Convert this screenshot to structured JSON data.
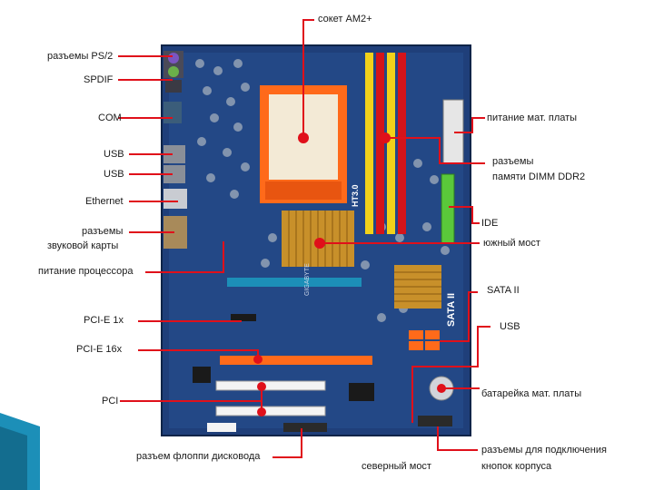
{
  "labels": {
    "socket": "сокет AM2+",
    "ps2": "разъемы PS/2",
    "spdif": "SPDIF",
    "com": "COM",
    "usb1": "USB",
    "usb2": "USB",
    "ethernet": "Ethernet",
    "sound_1": "разъемы",
    "sound_2": "звуковой карты",
    "cpu_power": "питание процессора",
    "pcie1": "PCI-E 1x",
    "pcie16": "PCI-E 16x",
    "pci": "PCI",
    "floppy": "разъем флоппи дисковода",
    "northbridge": "северный мост",
    "board_power": "питание мат. платы",
    "memory_1": "разъемы",
    "memory_2": "памяти DIMM DDR2",
    "ide": "IDE",
    "southbridge": "южный мост",
    "sata": "SATA II",
    "usb_right": "USB",
    "battery": "батарейка мат. платы",
    "case_1": "разъемы для подключения",
    "case_2": "кнопок корпуса"
  },
  "board": {
    "silkscreen_1": "GIGABYTE",
    "silkscreen_2": "SATA II",
    "silkscreen_3": "HT3.0"
  },
  "colors": {
    "pointer": "#e0101a",
    "board": "#1f3f7a",
    "socket": "#ff6a1a",
    "heatsink": "#c8902a",
    "dimm_yellow": "#f2d21a",
    "dimm_red": "#d4141a",
    "ide_green": "#5ac83a",
    "accent_teal": "#1c8fb8"
  }
}
